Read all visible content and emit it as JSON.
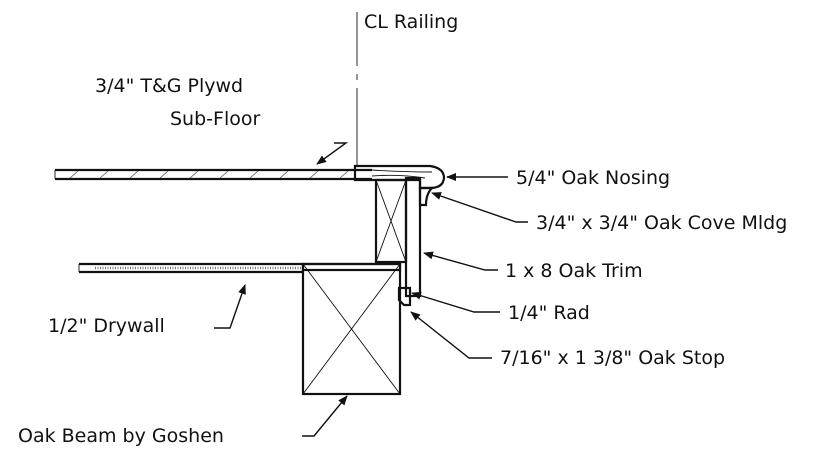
{
  "labels": {
    "cl_railing": "CL Railing",
    "subfloor_line1": "3/4\" T&G Plywd",
    "subfloor_line2": "Sub-Floor",
    "nosing": "5/4\" Oak Nosing",
    "cove": "3/4\" x 3/4\" Oak Cove Mldg",
    "trim": "1 x 8 Oak Trim",
    "rad": "1/4\" Rad",
    "drywall": "1/2\" Drywall",
    "stop": "7/16\" x 1 3/8\" Oak Stop",
    "beam": "Oak Beam by Goshen"
  }
}
